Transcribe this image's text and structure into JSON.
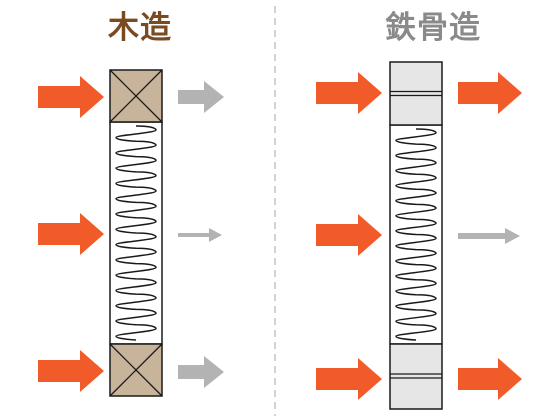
{
  "titles": {
    "wood": "木造",
    "steel": "鉄骨造"
  },
  "colors": {
    "wood_title": "#7a4a21",
    "steel_title": "#8a8a8a",
    "input_arrow": "#f15a29",
    "weak_arrow": "#b3b3b3",
    "wood_block": "#c8b49b",
    "steel_block": "#e6e6e6",
    "outline": "#1a1a1a",
    "divider": "#b3b3b3"
  },
  "icons": {
    "wood_block": "cross-braced-wood-block",
    "steel_block": "steel-plate-block",
    "spring": "coil-spring",
    "input_arrow": "block-arrow-right",
    "output_arrow": "arrow-right"
  }
}
